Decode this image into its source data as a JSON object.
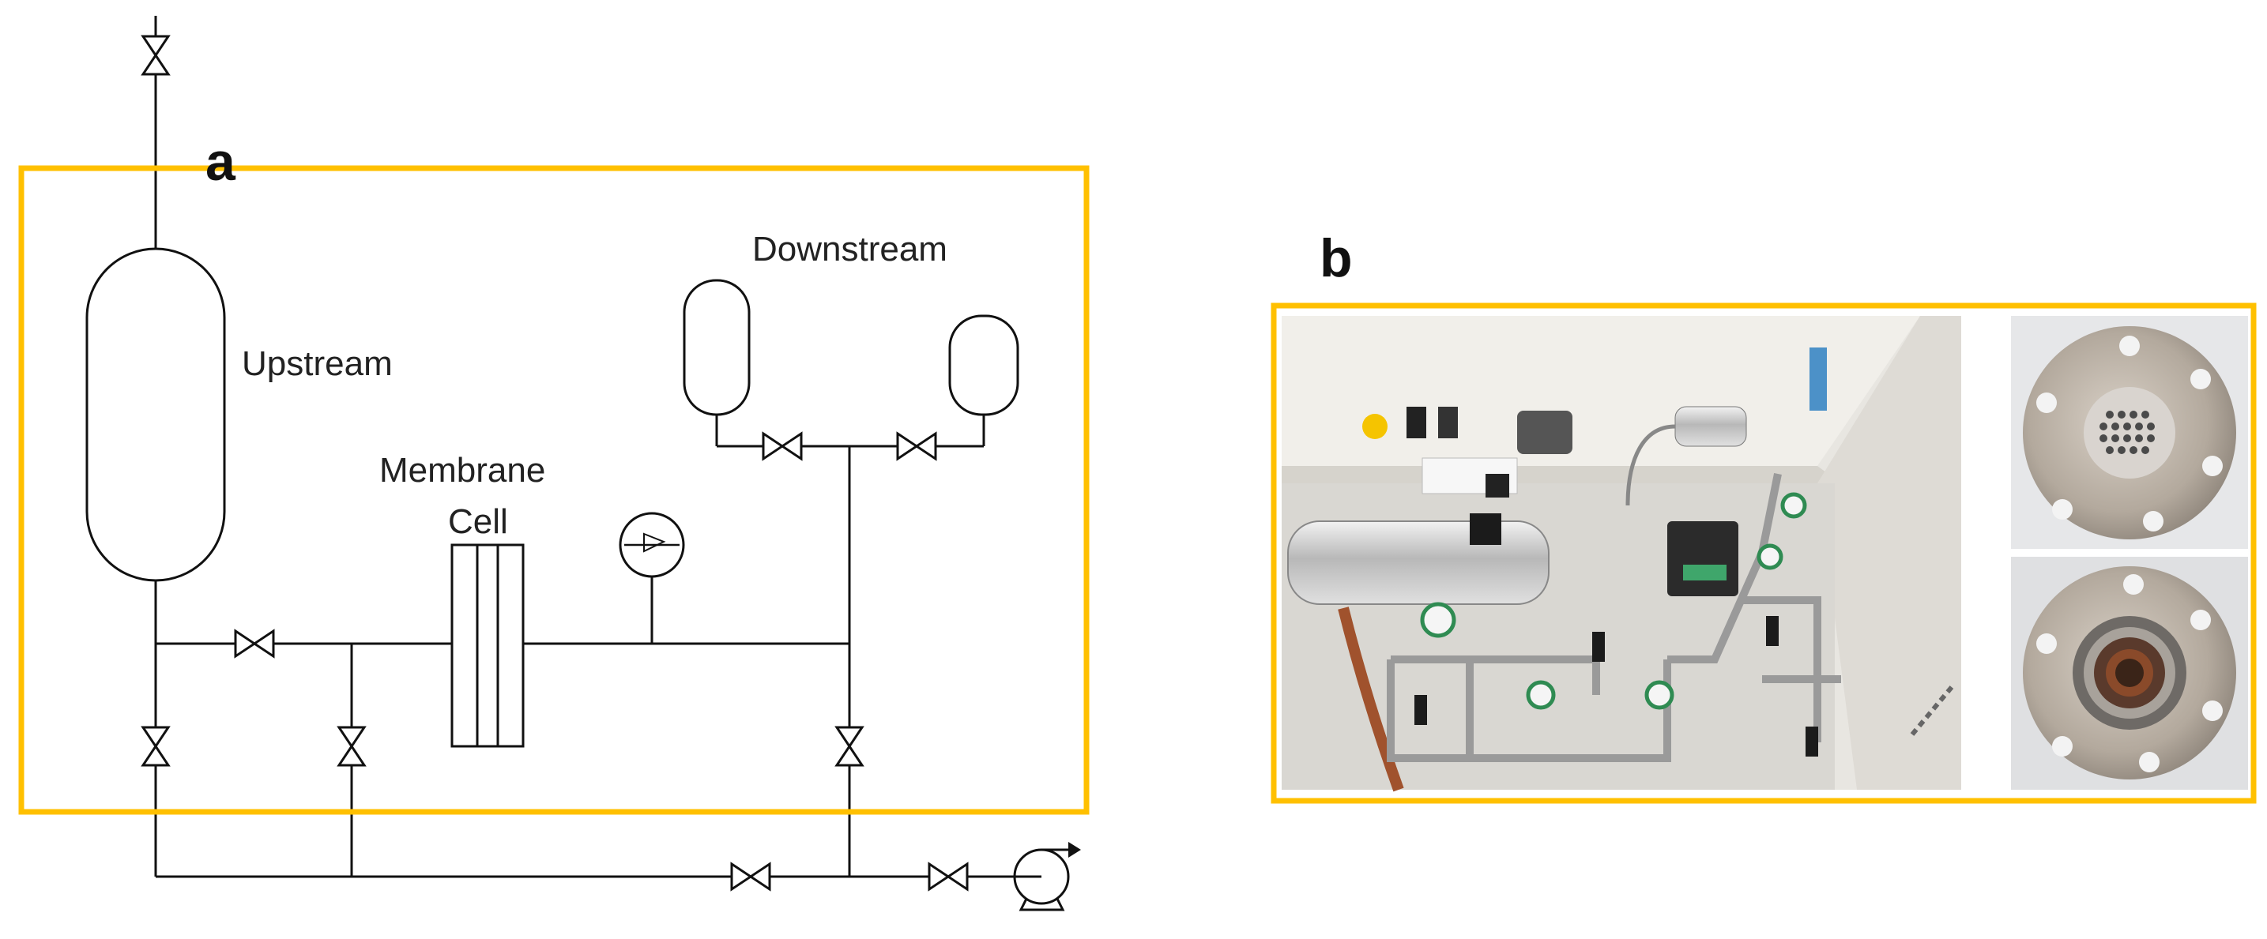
{
  "panels": {
    "a": {
      "label": "a",
      "frame_color": "#FFC000",
      "labels": {
        "upstream": "Upstream",
        "downstream": "Downstream",
        "membrane_line1": "Membrane",
        "membrane_line2": "Cell"
      }
    },
    "b": {
      "label": "b",
      "frame_color": "#FFC000"
    }
  },
  "icons": [
    "valve-icon",
    "pressure-gauge-icon",
    "vacuum-pump-icon",
    "gas-tank-icon",
    "membrane-cell-icon"
  ]
}
